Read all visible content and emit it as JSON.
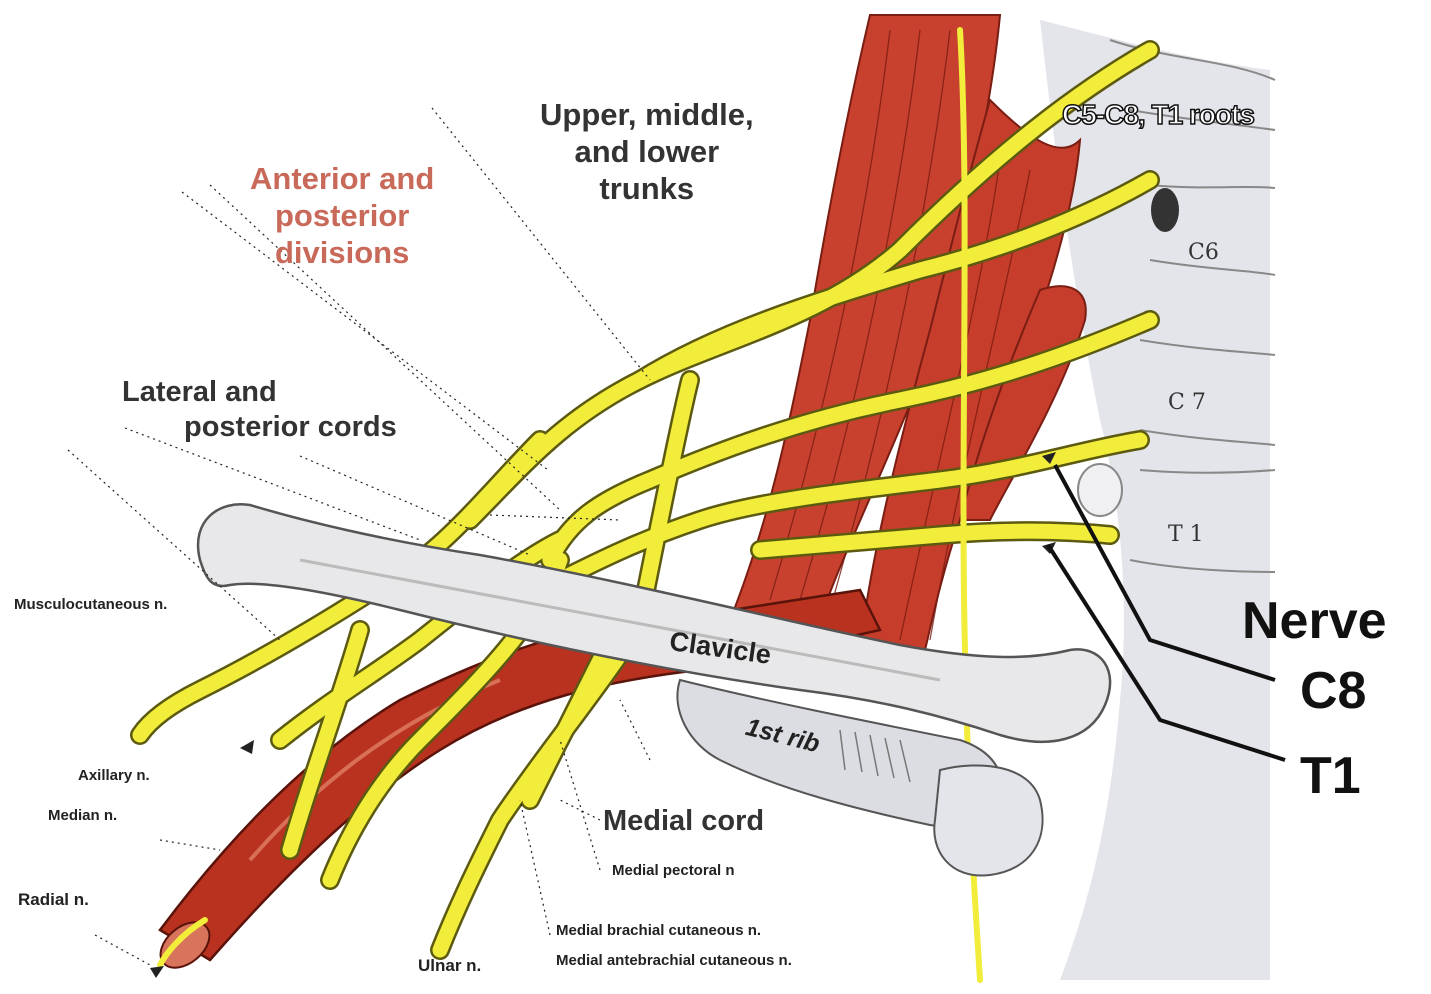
{
  "colors": {
    "nerve": "#f2ec3a",
    "muscle": "#c8402e",
    "artery": "#b8321f",
    "bone": "#e8e8ea",
    "division_label": "#c8695a"
  },
  "labels": {
    "trunks": [
      "Upper, middle,",
      "and lower",
      "trunks"
    ],
    "divisions": [
      "Anterior and",
      "posterior",
      "divisions"
    ],
    "roots": "C5-C8, T1 roots",
    "c6": "C6",
    "c7": "C 7",
    "t1_vertebra": "T 1",
    "cords": [
      "Lateral and",
      "posterior cords"
    ],
    "musculocutaneous": "Musculocutaneous n.",
    "axillary": "Axillary n.",
    "median": "Median n.",
    "radial": "Radial n.",
    "ulnar": "Ulnar n.",
    "medial_cord": "Medial cord",
    "medial_pectoral": "Medial pectoral n",
    "medial_brachial": "Medial brachial cutaneous n.",
    "medial_antebrachial": "Medial antebrachial cutaneous n.",
    "clavicle": "Clavicle",
    "first_rib": "1st rib",
    "nerve_heading": "Nerve",
    "c8": "C8",
    "t1": "T1"
  }
}
